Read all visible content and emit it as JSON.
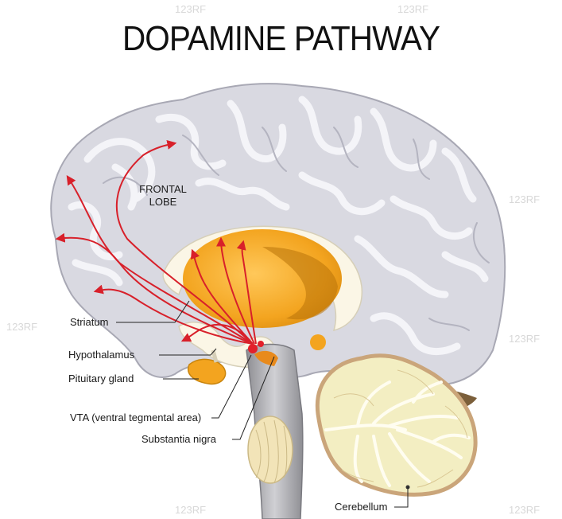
{
  "title": "DOPAMINE PATHWAY",
  "regions": {
    "frontal_lobe_line1": "FRONTAL",
    "frontal_lobe_line2": "LOBE"
  },
  "labels": {
    "striatum": "Striatum",
    "hypothalamus": "Hypothalamus",
    "pituitary": "Pituitary gland",
    "vta": "VTA (ventral tegmental area)",
    "substantia_nigra": "Substantia nigra",
    "cerebellum": "Cerebellum"
  },
  "watermark": "123RF",
  "colors": {
    "cortex": "#d9d9e1",
    "cortex_fold": "#f4f4f8",
    "striatum": "#f3a41f",
    "pathway": "#d8202a",
    "cerebellum": "#f3eec2",
    "brainstem": "#b8b8bc"
  }
}
